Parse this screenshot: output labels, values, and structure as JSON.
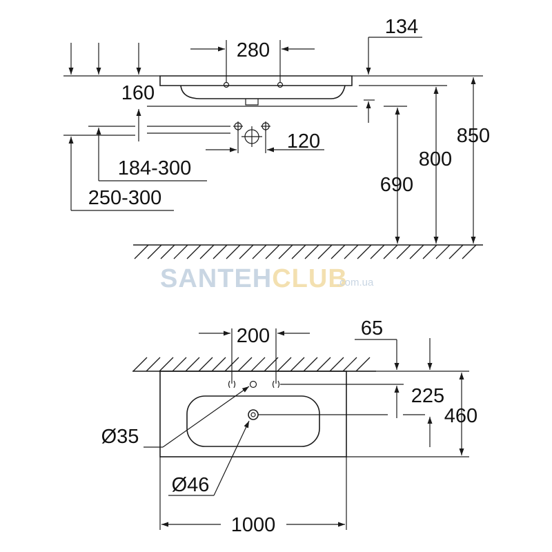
{
  "side_view": {
    "dims": {
      "tap_spacing": "280",
      "overflow_offset": "134",
      "top_drop": "160",
      "supply_spacing": "120",
      "supply_height": "184-300",
      "waste_height": "250-300",
      "waste_outlet_height": "690",
      "rim_height": "800",
      "overall_height": "850"
    }
  },
  "plan_view": {
    "dims": {
      "tap_hole_spacing": "200",
      "wall_offset": "65",
      "tap_to_drain": "225",
      "depth": "460",
      "tap_hole_diameter": "Ø35",
      "drain_diameter": "Ø46",
      "width": "1000"
    }
  },
  "watermark": {
    "part1": "SANTEH",
    "part2": "CLUB",
    "domain": ".com.ua",
    "color1": "#c9d6e3",
    "color2": "#f3e0b0"
  }
}
